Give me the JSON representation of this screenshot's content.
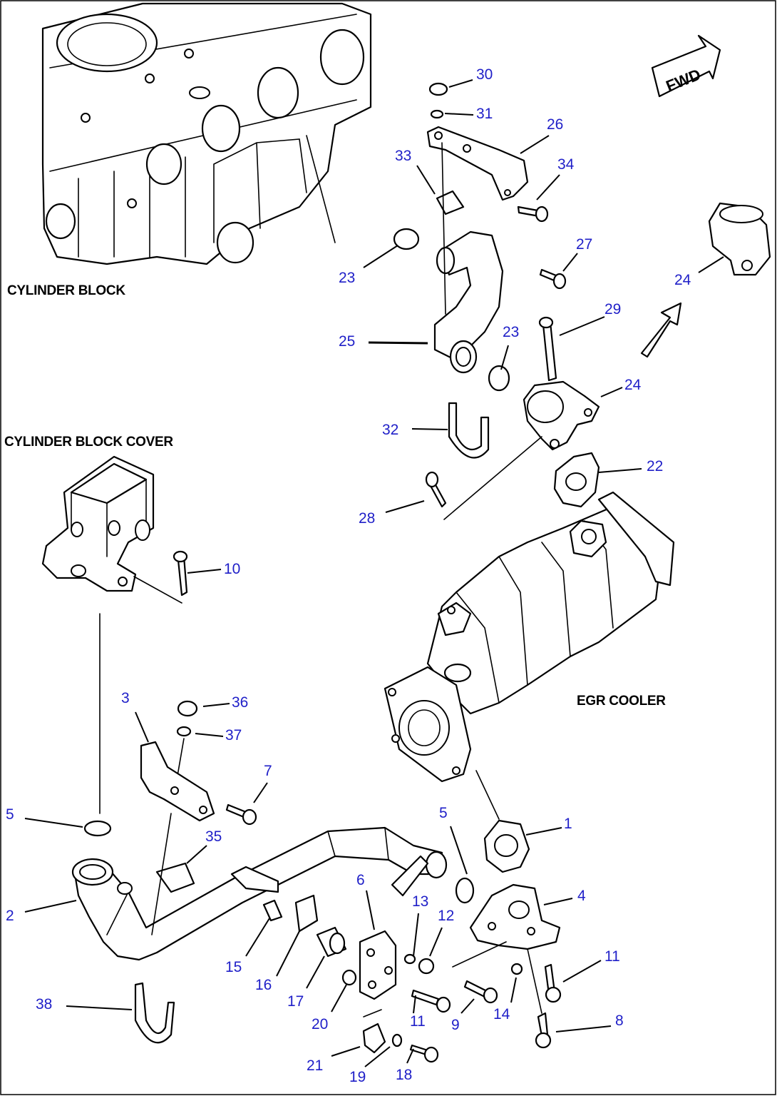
{
  "captions": {
    "cylinder_block": "CYLINDER BLOCK",
    "cylinder_block_cover": "CYLINDER BLOCK COVER",
    "egr_cooler": "EGR COOLER",
    "fwd": "FWD"
  },
  "callouts": [
    "30",
    "31",
    "26",
    "33",
    "34",
    "27",
    "24",
    "23",
    "25",
    "29",
    "23",
    "24",
    "32",
    "22",
    "28",
    "10",
    "36",
    "37",
    "3",
    "7",
    "5",
    "5",
    "1",
    "35",
    "2",
    "6",
    "13",
    "4",
    "12",
    "11",
    "15",
    "16",
    "17",
    "20",
    "11",
    "9",
    "14",
    "8",
    "38",
    "21",
    "19",
    "18"
  ]
}
